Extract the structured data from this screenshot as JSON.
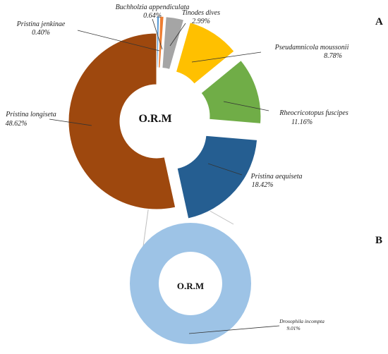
{
  "chart_data": [
    {
      "panel": "A",
      "type": "pie",
      "center_label": "O.R.M",
      "series": [
        {
          "name": "Pristina jenkinae",
          "value": 0.4,
          "label": "0.40%",
          "color": "#5b9bd5"
        },
        {
          "name": "Buchholzia appendiculata",
          "value": 0.64,
          "label": "0.64%",
          "color": "#ed7d31"
        },
        {
          "name": "Tinodes dives",
          "value": 2.99,
          "label": "2.99%",
          "color": "#a5a5a5"
        },
        {
          "name": "Pseudamnicola moussonii",
          "value": 8.78,
          "label": "8.78%",
          "color": "#ffc000"
        },
        {
          "name": "Rheocricotopus fuscipes",
          "value": 11.16,
          "label": "11.16%",
          "color": "#70ad47"
        },
        {
          "name": "Pristina aequiseta",
          "value": 18.42,
          "label": "18.42%",
          "color": "#255e91"
        },
        {
          "name": "Pristina longiseta",
          "value": 48.62,
          "label": "48.62%",
          "color": "#9e480e"
        }
      ]
    },
    {
      "panel": "B",
      "type": "pie",
      "center_label": "O.R.M",
      "series": [
        {
          "name": "Drosophila incompta",
          "value": 9.01,
          "label": "9.01%",
          "color": "#9dc3e6"
        }
      ]
    }
  ],
  "connector_color": "#bfbfbf"
}
